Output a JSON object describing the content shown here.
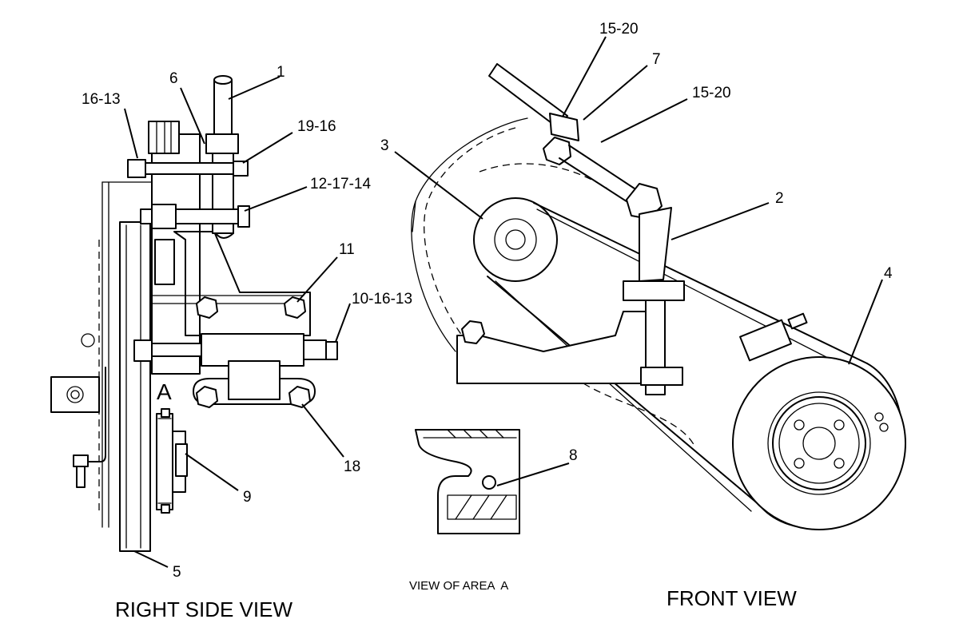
{
  "views": {
    "right_side_title": "RIGHT SIDE VIEW",
    "front_title": "FRONT VIEW",
    "area_title": "VIEW OF AREA  A",
    "area_marker": "A"
  },
  "callouts": {
    "c1": "1",
    "c2": "2",
    "c3": "3",
    "c4": "4",
    "c5": "5",
    "c6": "6",
    "c7": "7",
    "c8": "8",
    "c9": "9",
    "c11": "11",
    "c18": "18",
    "c16_13": "16-13",
    "c19_16": "19-16",
    "c12_17_14": "12-17-14",
    "c10_16_13": "10-16-13",
    "c15_20_top": "15-20",
    "c15_20_mid": "15-20"
  }
}
